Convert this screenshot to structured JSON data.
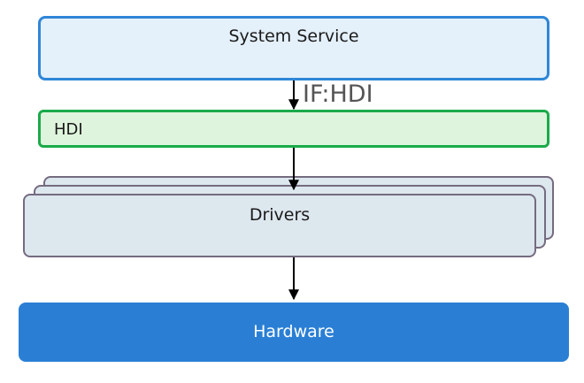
{
  "diagram": {
    "system_service": "System Service",
    "interface_label": "IF:HDI",
    "hdi": "HDI",
    "drivers": "Drivers",
    "hardware": "Hardware"
  },
  "colors": {
    "system_service_border": "#2f86d8",
    "system_service_fill": "#e4f0fa",
    "hdi_border": "#1aaa4a",
    "hdi_fill": "#dff4dc",
    "drivers_border": "#756b80",
    "drivers_fill": "#dde7ee",
    "hardware_fill": "#2a7fd5",
    "arrow": "#000000"
  }
}
